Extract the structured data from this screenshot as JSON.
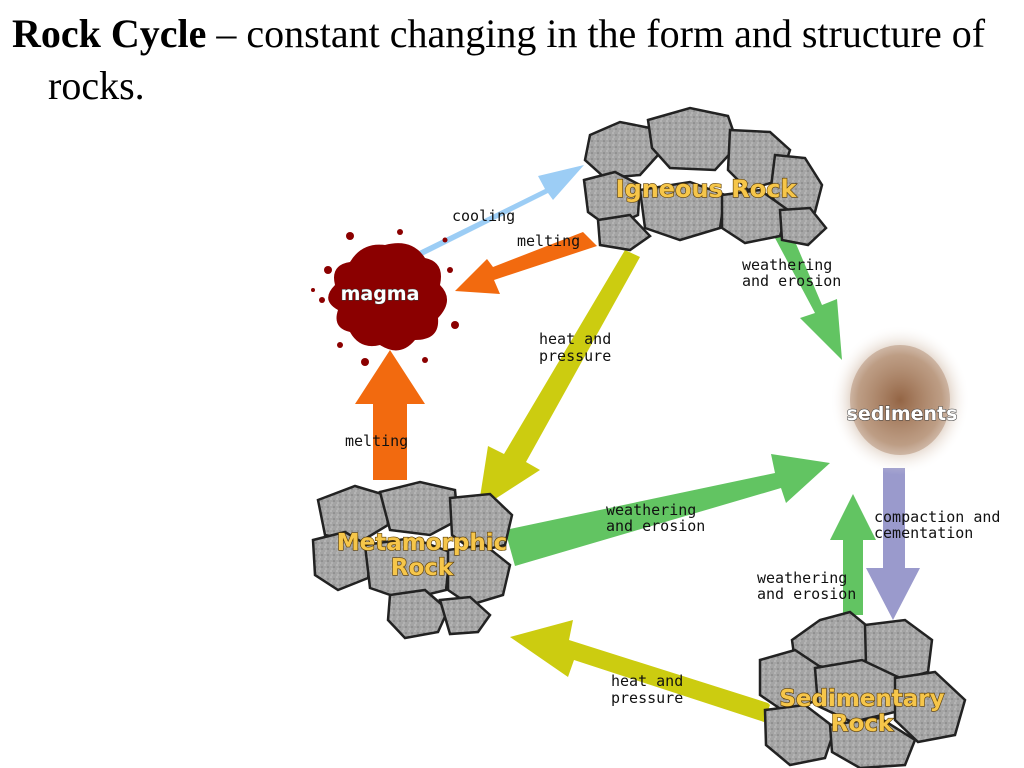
{
  "heading": {
    "term": "Rock Cycle",
    "definition": " – constant changing in the form and structure of rocks."
  },
  "nodes": {
    "igneous": "Igneous Rock",
    "magma": "magma",
    "sediments": "sediments",
    "metamorphic_line1": "Metamorphic",
    "metamorphic_line2": "Rock",
    "sedimentary_line1": "Sedimentary",
    "sedimentary_line2": "Rock"
  },
  "arrows": {
    "cooling": "cooling",
    "melting_top": "melting",
    "melting_left": "melting",
    "igneous_weathering_1": "weathering",
    "igneous_weathering_2": "and erosion",
    "igneous_heat_1": "heat and",
    "igneous_heat_2": "pressure",
    "meta_weathering_1": "weathering",
    "meta_weathering_2": "and erosion",
    "compaction_1": "compaction and",
    "compaction_2": "cementation",
    "sed_weathering_1": "weathering",
    "sed_weathering_2": "and erosion",
    "sed_heat_1": "heat and",
    "sed_heat_2": "pressure"
  },
  "colors": {
    "cooling": "#9ccdf5",
    "melting": "#f26a0f",
    "weathering": "#62c462",
    "heat_pressure": "#cccc10",
    "compaction": "#9a9acc",
    "magma": "#8b0000",
    "rock": "#9a9a9a"
  }
}
